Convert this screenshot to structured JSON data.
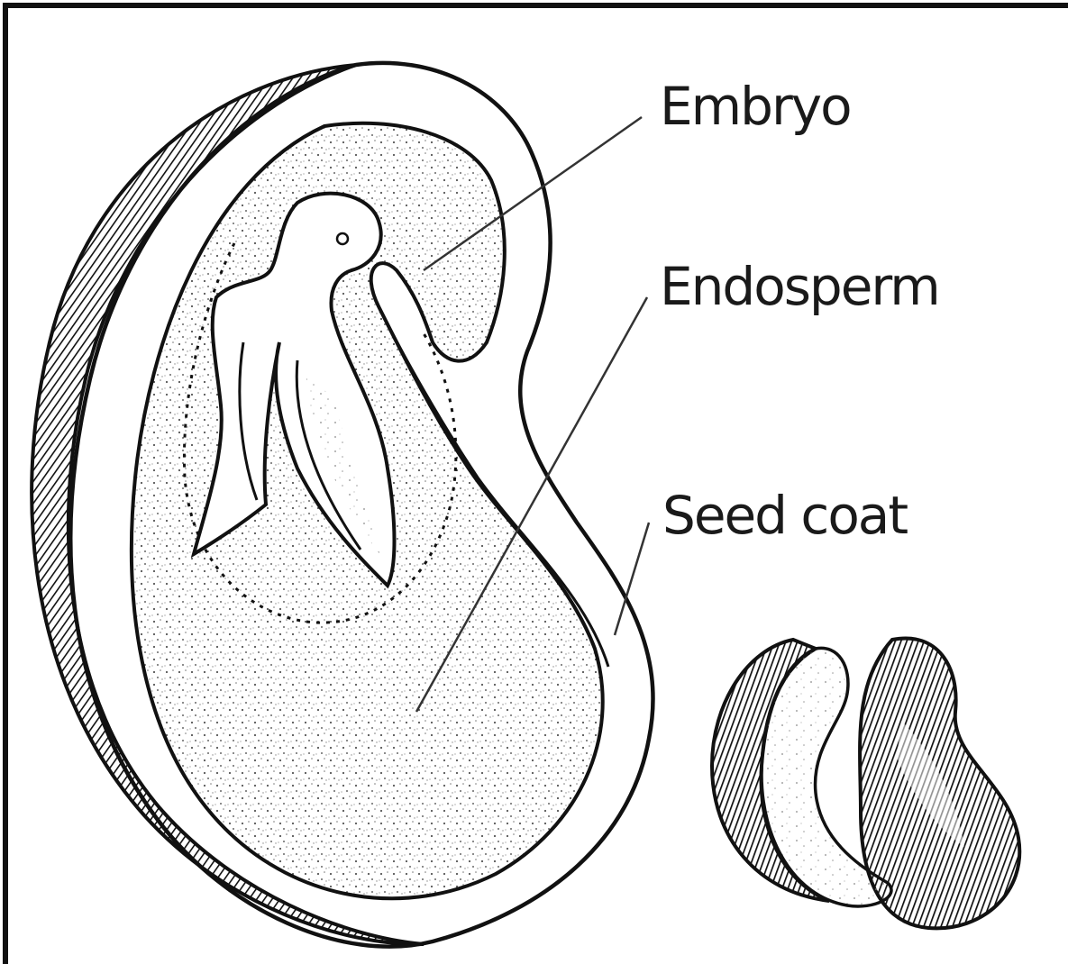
{
  "diagram": {
    "labels": {
      "embryo": "Embryo",
      "endosperm": "Endosperm",
      "seed_coat": "Seed coat"
    },
    "colors": {
      "ink": "#111111",
      "background": "#ffffff",
      "text": "#1a1a1a"
    }
  }
}
